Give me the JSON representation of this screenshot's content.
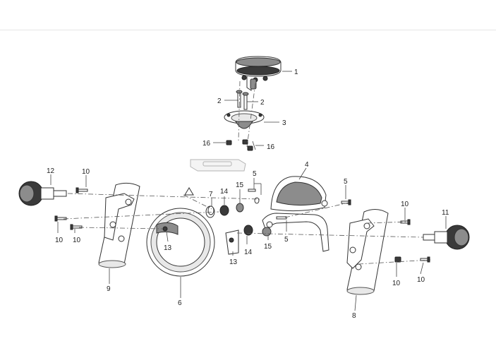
{
  "callouts": [
    {
      "id": "c1",
      "text": "1"
    },
    {
      "id": "c2a",
      "text": "2"
    },
    {
      "id": "c2b",
      "text": "2"
    },
    {
      "id": "c3",
      "text": "3"
    },
    {
      "id": "c16a",
      "text": "16"
    },
    {
      "id": "c16b",
      "text": "16"
    },
    {
      "id": "c4",
      "text": "4"
    },
    {
      "id": "c5a",
      "text": "5"
    },
    {
      "id": "c5b",
      "text": "5"
    },
    {
      "id": "c5c",
      "text": "5"
    },
    {
      "id": "c12",
      "text": "12"
    },
    {
      "id": "c10a",
      "text": "10"
    },
    {
      "id": "c10b",
      "text": "10"
    },
    {
      "id": "c10c",
      "text": "10"
    },
    {
      "id": "c10d",
      "text": "10"
    },
    {
      "id": "c10e",
      "text": "10"
    },
    {
      "id": "c10f",
      "text": "10"
    },
    {
      "id": "c7",
      "text": "7"
    },
    {
      "id": "c14a",
      "text": "14"
    },
    {
      "id": "c14b",
      "text": "14"
    },
    {
      "id": "c15a",
      "text": "15"
    },
    {
      "id": "c15b",
      "text": "15"
    },
    {
      "id": "c11",
      "text": "11"
    },
    {
      "id": "c13a",
      "text": "13"
    },
    {
      "id": "c13b",
      "text": "13"
    },
    {
      "id": "c9",
      "text": "9"
    },
    {
      "id": "c6",
      "text": "6"
    },
    {
      "id": "c8",
      "text": "8"
    }
  ]
}
